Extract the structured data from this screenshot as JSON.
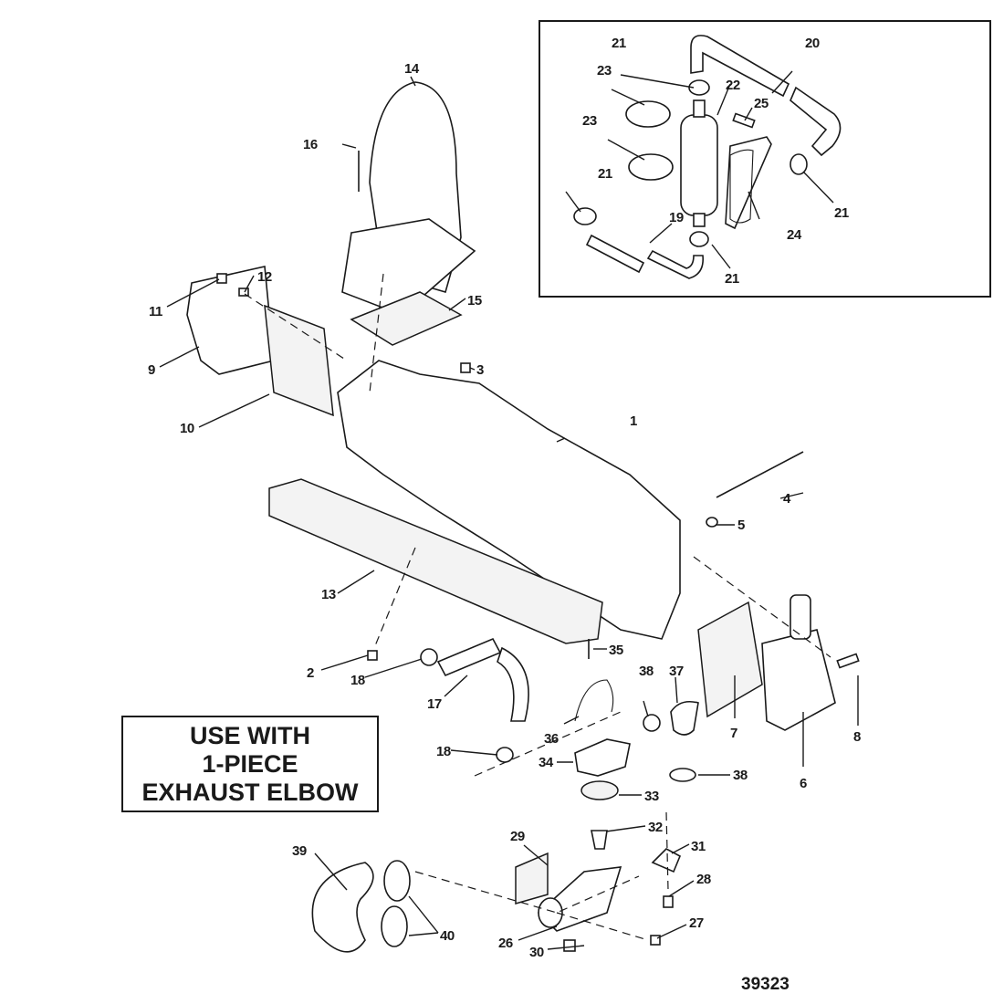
{
  "diagram": {
    "figure_id": "39323",
    "note_lines": [
      "USE WITH",
      "1-PIECE",
      "EXHAUST ELBOW"
    ],
    "callouts": [
      {
        "id": "c1",
        "label": "1"
      },
      {
        "id": "c2",
        "label": "2"
      },
      {
        "id": "c3",
        "label": "3"
      },
      {
        "id": "c4",
        "label": "4"
      },
      {
        "id": "c5",
        "label": "5"
      },
      {
        "id": "c6",
        "label": "6"
      },
      {
        "id": "c7",
        "label": "7"
      },
      {
        "id": "c8",
        "label": "8"
      },
      {
        "id": "c9",
        "label": "9"
      },
      {
        "id": "c10",
        "label": "10"
      },
      {
        "id": "c11",
        "label": "11"
      },
      {
        "id": "c12",
        "label": "12"
      },
      {
        "id": "c13",
        "label": "13"
      },
      {
        "id": "c14",
        "label": "14"
      },
      {
        "id": "c15",
        "label": "15"
      },
      {
        "id": "c16",
        "label": "16"
      },
      {
        "id": "c17",
        "label": "17"
      },
      {
        "id": "c18a",
        "label": "18"
      },
      {
        "id": "c18b",
        "label": "18"
      },
      {
        "id": "c19",
        "label": "19"
      },
      {
        "id": "c20",
        "label": "20"
      },
      {
        "id": "c21a",
        "label": "21"
      },
      {
        "id": "c21b",
        "label": "21"
      },
      {
        "id": "c21c",
        "label": "21"
      },
      {
        "id": "c21d",
        "label": "21"
      },
      {
        "id": "c22",
        "label": "22"
      },
      {
        "id": "c23a",
        "label": "23"
      },
      {
        "id": "c23b",
        "label": "23"
      },
      {
        "id": "c24",
        "label": "24"
      },
      {
        "id": "c25",
        "label": "25"
      },
      {
        "id": "c26",
        "label": "26"
      },
      {
        "id": "c27",
        "label": "27"
      },
      {
        "id": "c28",
        "label": "28"
      },
      {
        "id": "c29",
        "label": "29"
      },
      {
        "id": "c30",
        "label": "30"
      },
      {
        "id": "c31",
        "label": "31"
      },
      {
        "id": "c32",
        "label": "32"
      },
      {
        "id": "c33",
        "label": "33"
      },
      {
        "id": "c34",
        "label": "34"
      },
      {
        "id": "c35",
        "label": "35"
      },
      {
        "id": "c36",
        "label": "36"
      },
      {
        "id": "c37",
        "label": "37"
      },
      {
        "id": "c38a",
        "label": "38"
      },
      {
        "id": "c38b",
        "label": "38"
      },
      {
        "id": "c39",
        "label": "39"
      },
      {
        "id": "c40",
        "label": "40"
      }
    ]
  }
}
